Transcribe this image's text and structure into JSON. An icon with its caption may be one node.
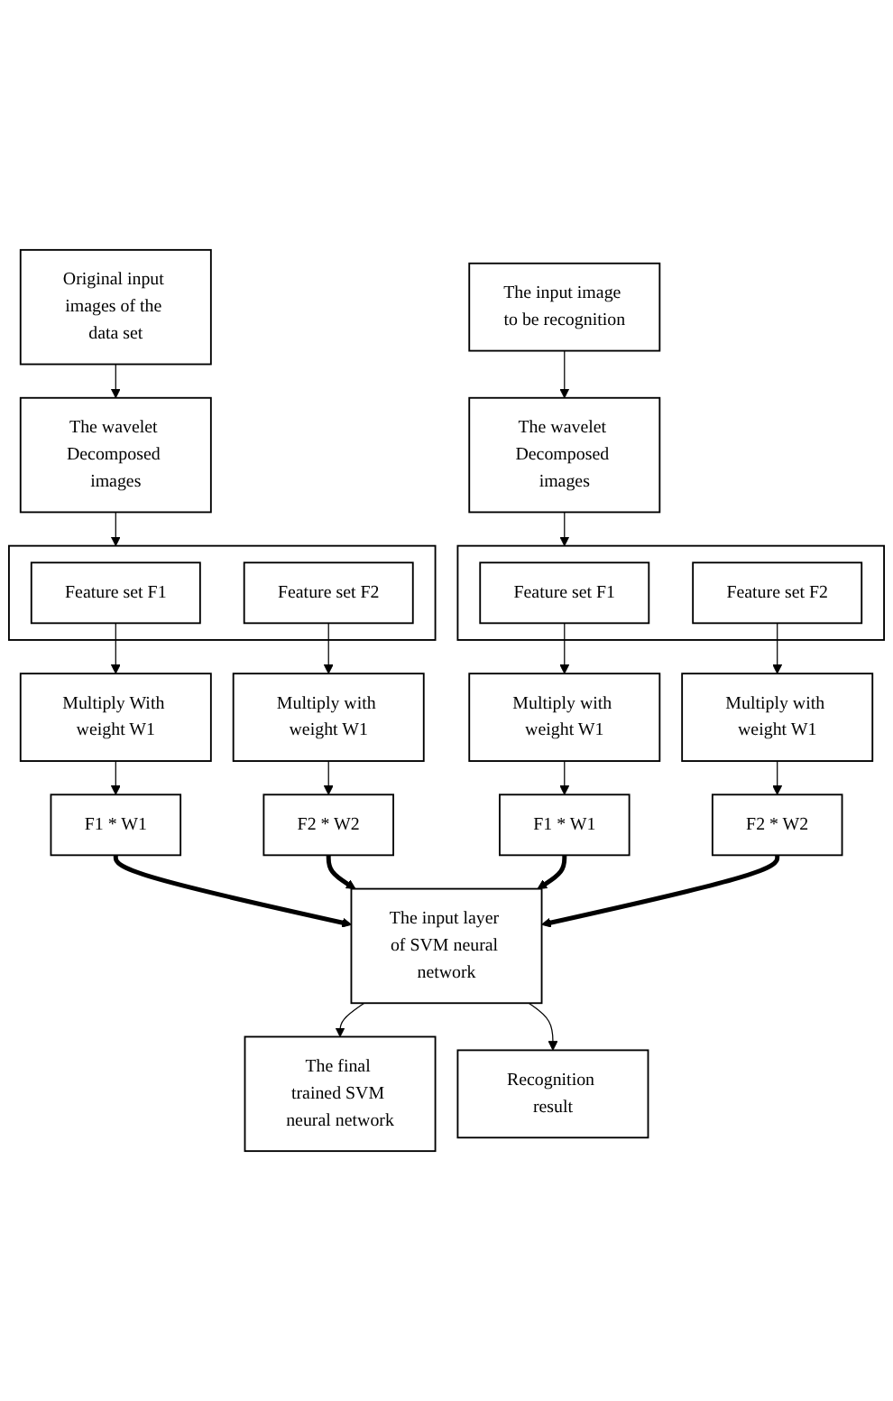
{
  "diagram": {
    "nodes": [
      {
        "text": [
          "Original input images of the data set"
        ]
      },
      {
        "text": [
          "The input image to be recognition"
        ]
      },
      {
        "text": [
          "The wavelet Decomposed images"
        ]
      },
      {
        "text": [
          "The wavelet Decomposed images"
        ]
      },
      {
        "text": [],
        "shape": "box"
      },
      {
        "text": [
          "Feature set F1"
        ],
        "in": 4
      },
      {
        "text": [
          "Feature set F2"
        ],
        "in": 4
      },
      {
        "text": [],
        "shape": "box"
      },
      {
        "text": [
          "Feature set F1"
        ],
        "in": 7
      },
      {
        "text": [
          "Feature set F2"
        ],
        "in": 7
      },
      {
        "text": [
          "Multiply With weight W1"
        ]
      },
      {
        "text": [
          "Multiply with weight W1"
        ]
      },
      {
        "text": [
          "Multiply with weight W1"
        ]
      },
      {
        "text": [
          "Multiply with weight W1"
        ]
      },
      {
        "text": [
          "F1 * W1"
        ]
      },
      {
        "text": [
          "F2 * W2"
        ]
      },
      {
        "text": [
          "F1 * W1"
        ]
      },
      {
        "text": [
          "F2 * W2"
        ]
      },
      {
        "text": [
          "The input layer of SVM neural network"
        ]
      },
      {
        "text": [
          "The final trained SVM neural network"
        ]
      },
      {
        "text": [
          "Recognition result"
        ]
      }
    ],
    "edges": [
      {
        "from": 0,
        "to": 2,
        "arrow": "to"
      },
      {
        "from": 1,
        "to": 3,
        "arrow": "to"
      },
      {
        "from": 2,
        "to": 4,
        "arrow": "to"
      },
      {
        "from": 3,
        "to": 7,
        "arrow": "to"
      },
      {
        "from": 5,
        "to": 10,
        "arrow": "to"
      },
      {
        "from": 6,
        "to": 11,
        "arrow": "to"
      },
      {
        "from": 8,
        "to": 12,
        "arrow": "to"
      },
      {
        "from": 9,
        "to": 13,
        "arrow": "to"
      },
      {
        "from": 10,
        "to": 14,
        "arrow": "to"
      },
      {
        "from": 11,
        "to": 15,
        "arrow": "to"
      },
      {
        "from": 12,
        "to": 16,
        "arrow": "to"
      },
      {
        "from": 13,
        "to": 17,
        "arrow": "to"
      },
      {
        "from": 14,
        "to": 18,
        "arrow": "to",
        "style": "thick"
      },
      {
        "from": 15,
        "to": 18,
        "arrow": "to",
        "style": "thick"
      },
      {
        "from": 16,
        "to": 18,
        "arrow": "to",
        "style": "thick"
      },
      {
        "from": 17,
        "to": 18,
        "arrow": "to",
        "style": "thick"
      },
      {
        "from": 18,
        "to": 19,
        "arrow": "to"
      },
      {
        "from": 18,
        "to": 20,
        "arrow": "to"
      }
    ]
  }
}
